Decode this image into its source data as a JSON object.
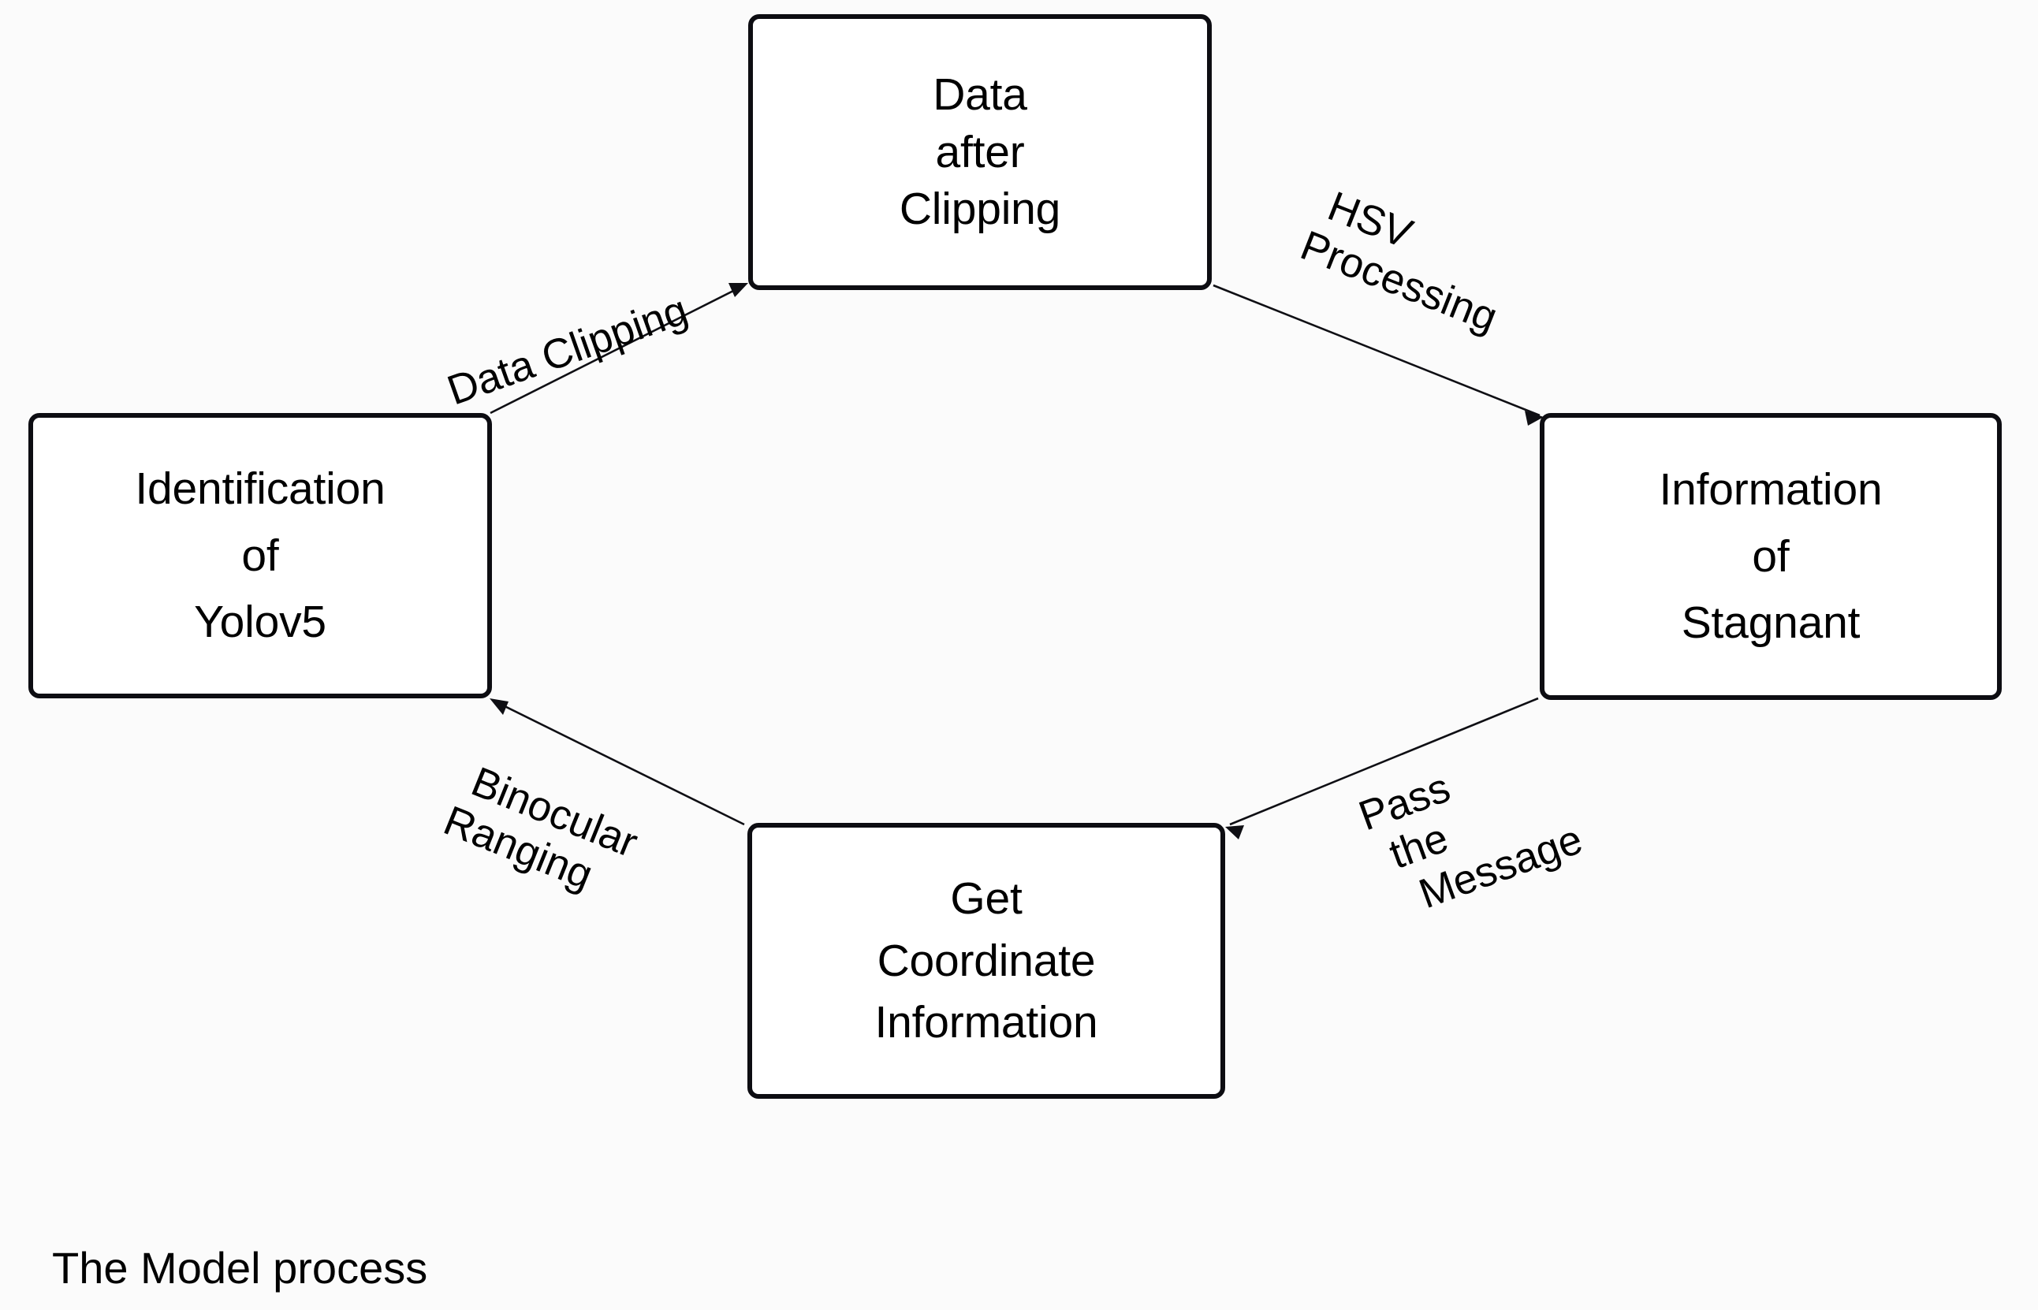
{
  "diagram": {
    "caption": "The Model process",
    "background_color": "#fbfbfb",
    "line_color": "#0f0f14",
    "box_border_color": "#0d0d12",
    "nodes": [
      {
        "id": "identification-of-yolov5",
        "position": "left",
        "lines": [
          "Identification",
          "of",
          "Yolov5"
        ]
      },
      {
        "id": "data-after-clipping",
        "position": "top",
        "lines": [
          "Data",
          "after",
          "Clipping"
        ]
      },
      {
        "id": "information-of-stagnant",
        "position": "right",
        "lines": [
          "Information",
          "of",
          "Stagnant"
        ]
      },
      {
        "id": "get-coordinate-information",
        "position": "bottom",
        "lines": [
          "Get",
          "Coordinate",
          "Information"
        ]
      }
    ],
    "edges": [
      {
        "id": "data-clipping",
        "from": "identification-of-yolov5",
        "to": "data-after-clipping",
        "lines": [
          "Data Clipping"
        ]
      },
      {
        "id": "hsv-processing",
        "from": "data-after-clipping",
        "to": "information-of-stagnant",
        "lines": [
          "HSV",
          "Processing"
        ]
      },
      {
        "id": "pass-the-message",
        "from": "information-of-stagnant",
        "to": "get-coordinate-information",
        "lines": [
          "Pass",
          "the",
          "Message"
        ]
      },
      {
        "id": "binocular-ranging",
        "from": "get-coordinate-information",
        "to": "identification-of-yolov5",
        "lines": [
          "Binocular",
          "Ranging"
        ]
      }
    ]
  }
}
